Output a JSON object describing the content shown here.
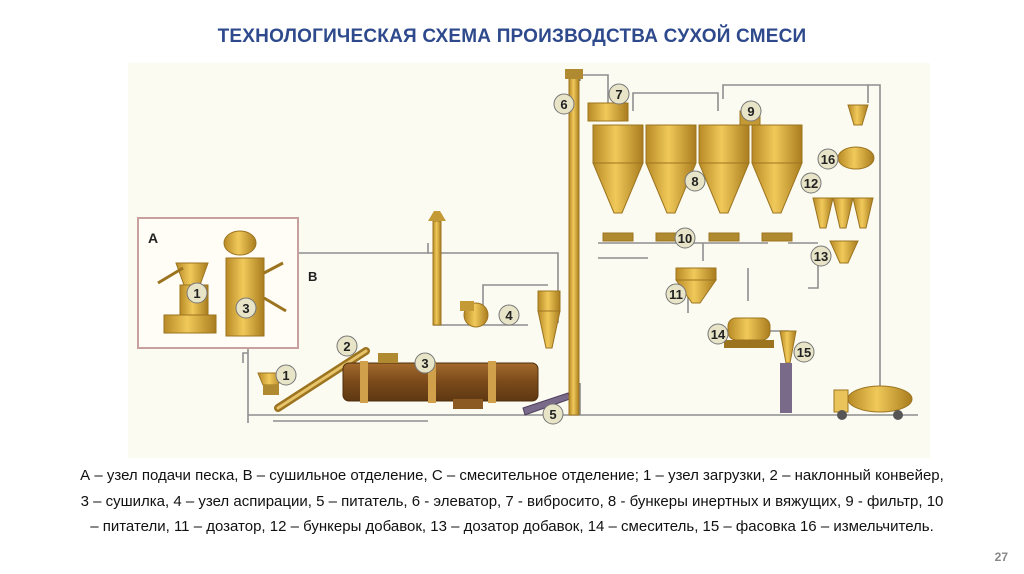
{
  "title": "ТЕХНОЛОГИЧЕСКАЯ СХЕМА ПРОИЗВОДСТВА СУХОЙ СМЕСИ",
  "diagram": {
    "section_labels": [
      "A",
      "B"
    ],
    "numbers": [
      "1",
      "3",
      "1",
      "2",
      "3",
      "4",
      "5",
      "6",
      "7",
      "8",
      "9",
      "10",
      "11",
      "12",
      "13",
      "14",
      "15",
      "16"
    ]
  },
  "caption": "А  – узел подачи песка, В – сушильное отделение, С – смесительное отделение; 1 – узел загрузки, 2 – наклонный конвейер, 3 – сушилка, 4 – узел аспирации, 5 – питатель, 6 - элеватор, 7 - вибросито, 8 - бункеры инертных и вяжущих, 9 - фильтр, 10 – питатели, 11 – дозатор, 12 – бункеры добавок, 13 – дозатор добавок, 14 – смеситель, 15 – фасовка 16 – измельчитель.",
  "page_number": "27",
  "colors": {
    "title": "#2e4a8c",
    "equipment": "#d4a93a",
    "equipment_dark": "#9c7420",
    "dryer": "#8a5a22",
    "pipe": "#8e8e8e",
    "box_border": "#c9a0a0"
  }
}
